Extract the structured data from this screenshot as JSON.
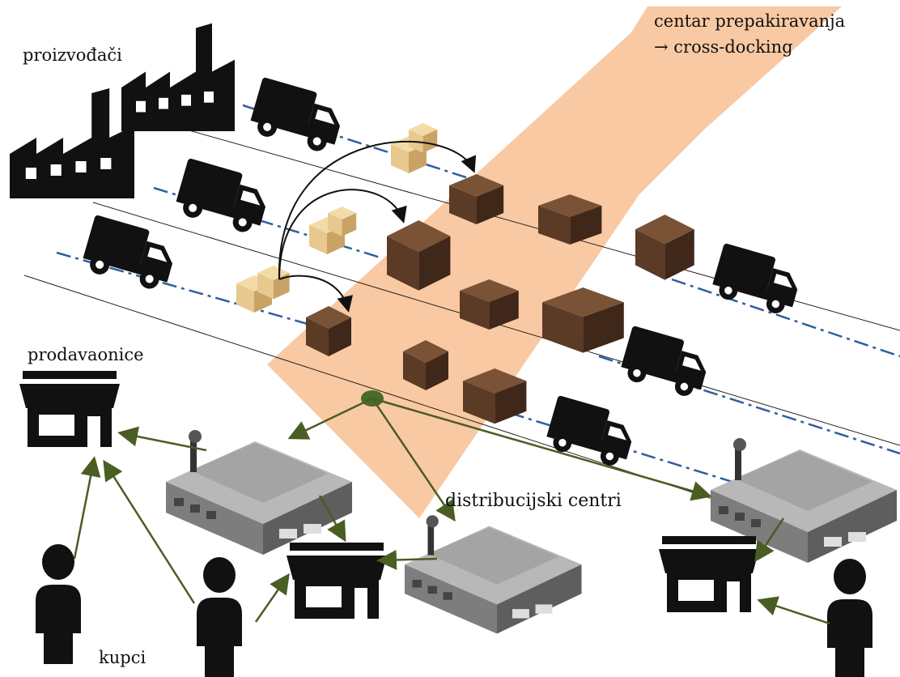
{
  "labels": {
    "producers": "proizvođači",
    "cross_dock_line1": "centar prepakiravanja",
    "cross_dock_line2": "→ cross-docking",
    "shops": "prodavaonice",
    "distribution_centers": "distribucijski  centri",
    "buyers": "kupci"
  },
  "colors": {
    "band": "#f9c9a3",
    "silhouette": "#111111",
    "flow_arrow": "#4a5d23",
    "lane_dash": "#2e5f9e",
    "box_dark": "#5b3a26",
    "box_light": "#e8c88e",
    "warehouse": "#9a9a9a"
  },
  "icons": [
    "factory-icon",
    "truck-icon",
    "cardboard-box-icon",
    "shop-icon",
    "person-icon",
    "warehouse-icon",
    "hub-node-icon"
  ]
}
